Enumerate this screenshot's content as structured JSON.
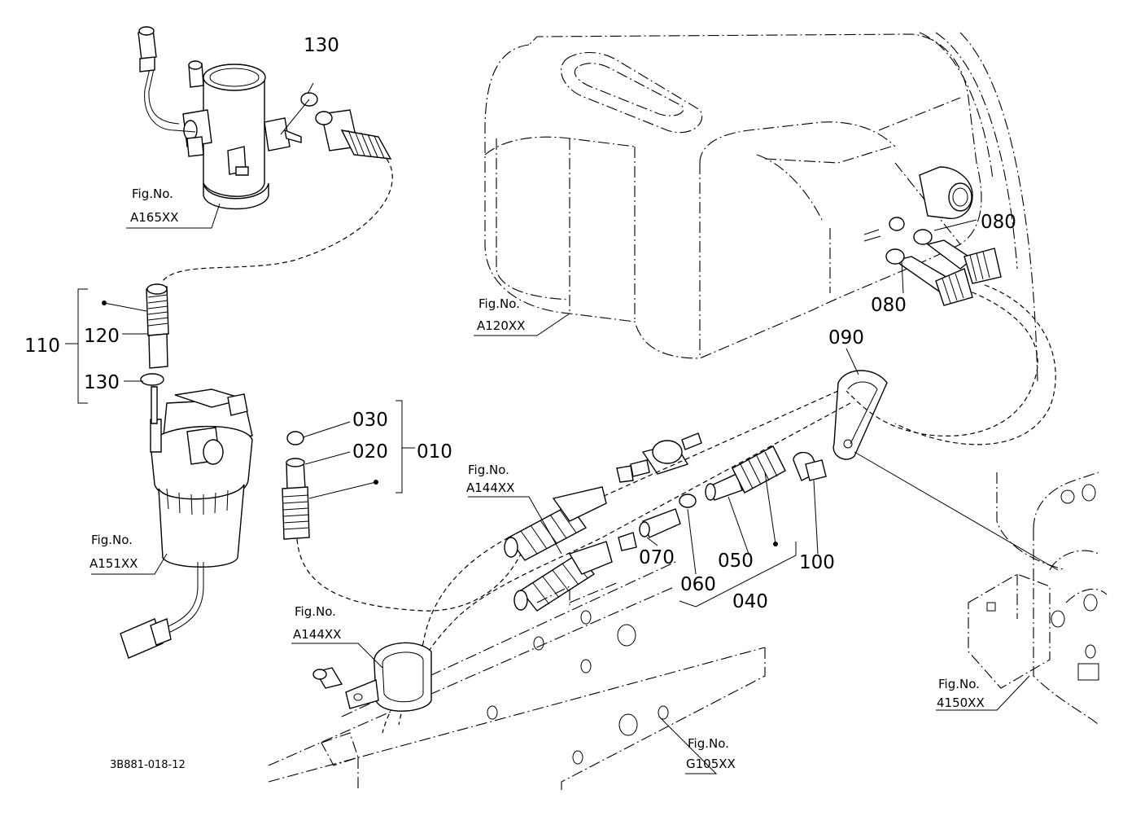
{
  "diagram_code": "3B881-018-12",
  "callouts": {
    "c010": "010",
    "c020": "020",
    "c030": "030",
    "c040": "040",
    "c050": "050",
    "c060": "060",
    "c070": "070",
    "c080a": "080",
    "c080b": "080",
    "c090": "090",
    "c100": "100",
    "c110": "110",
    "c120": "120",
    "c130a": "130",
    "c130b": "130"
  },
  "figure_refs": {
    "a165": {
      "label": "Fig.No.",
      "code": "A165XX"
    },
    "a120": {
      "label": "Fig.No.",
      "code": "A120XX"
    },
    "a151": {
      "label": "Fig.No.",
      "code": "A151XX"
    },
    "a144_top": {
      "label": "Fig.No.",
      "code": "A144XX"
    },
    "a144_bottom": {
      "label": "Fig.No.",
      "code": "A144XX"
    },
    "g105": {
      "label": "Fig.No.",
      "code": "G105XX"
    },
    "f4150": {
      "label": "Fig.No.",
      "code": "4150XX"
    }
  }
}
